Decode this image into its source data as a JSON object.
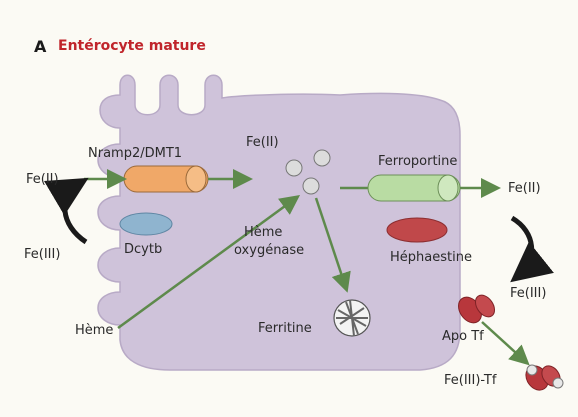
{
  "panel": {
    "letter": "A",
    "title": "Entérocyte mature"
  },
  "labels": {
    "nramp": "Nramp2/DMT1",
    "fe2_left": "Fe(II)",
    "fe3_left": "Fe(III)",
    "dcytb": "Dcytb",
    "fe2_center": "Fe(II)",
    "heme_oxygenase_1": "Hème",
    "heme_oxygenase_2": "oxygénase",
    "heme": "Hème",
    "ferritine": "Ferritine",
    "ferroportine": "Ferroportine",
    "hephaestine": "Héphaestine",
    "fe2_right": "Fe(II)",
    "fe3_right": "Fe(III)",
    "apo_tf": "Apo Tf",
    "fe3_tf": "Fe(III)-Tf"
  },
  "colors": {
    "cell": "#cfc3da",
    "cell_stroke": "#b8aac6",
    "nramp": "#f0a868",
    "dcytb": "#8fb4cf",
    "ferroportine": "#b9dca3",
    "hephaestine": "#c0484a",
    "transferrin": "#b8373c",
    "arrow_green": "#5e8a4c",
    "black": "#1a1a1a"
  }
}
